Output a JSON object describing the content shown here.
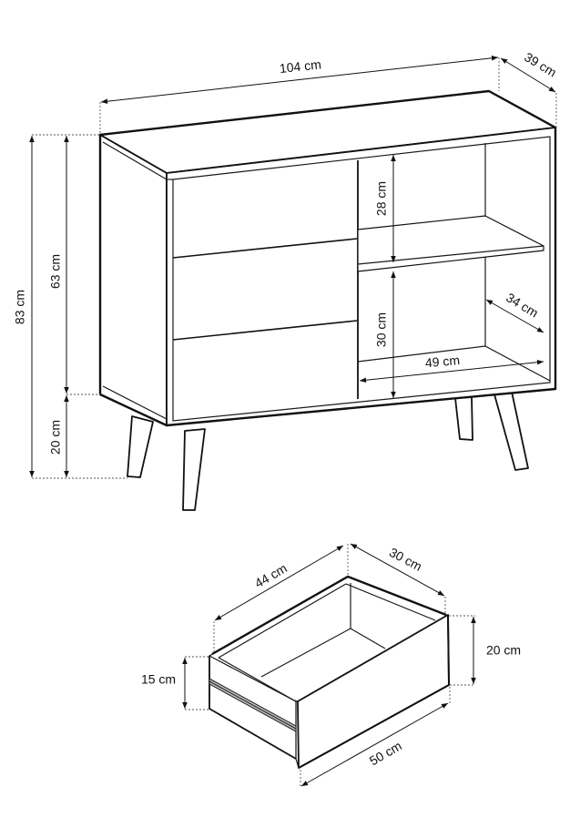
{
  "sideboard": {
    "width": "104 cm",
    "depth": "39 cm",
    "total_height": "83 cm",
    "body_height": "63 cm",
    "leg_height": "20 cm",
    "upper_shelf_height": "28 cm",
    "lower_shelf_height": "30 cm",
    "shelf_width": "49 cm",
    "shelf_depth": "34 cm"
  },
  "drawer": {
    "inner_length": "44 cm",
    "inner_width": "30 cm",
    "front_height": "20 cm",
    "side_height": "15 cm",
    "front_width": "50 cm"
  }
}
